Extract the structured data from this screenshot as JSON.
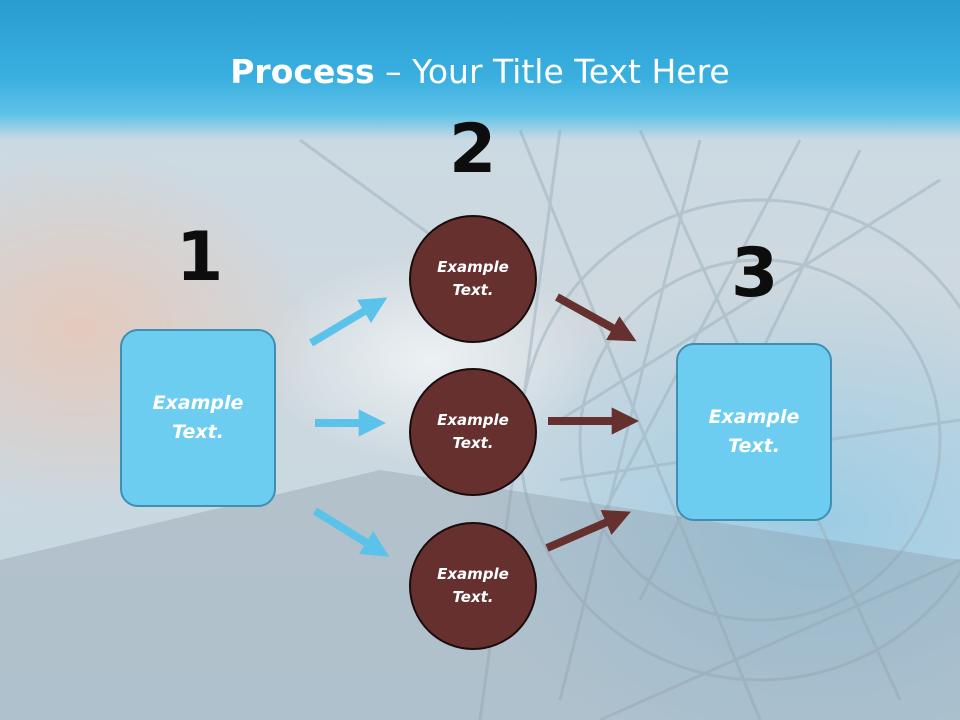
{
  "slide": {
    "title_bold": "Process",
    "title_rest": " – Your Title Text Here"
  },
  "steps": {
    "step1_number": "1",
    "step2_number": "2",
    "step3_number": "3"
  },
  "source_box": {
    "line1": "Example",
    "line2": "Text."
  },
  "target_box": {
    "line1": "Example",
    "line2": "Text."
  },
  "circles": [
    {
      "line1": "Example",
      "line2": "Text."
    },
    {
      "line1": "Example",
      "line2": "Text."
    },
    {
      "line1": "Example",
      "line2": "Text."
    }
  ],
  "colors": {
    "header": "#39afe0",
    "box_fill": "#6ccdf1",
    "circle_fill": "#66302f",
    "arrow_blue": "#5bc3ea",
    "arrow_brown": "#66302f"
  }
}
